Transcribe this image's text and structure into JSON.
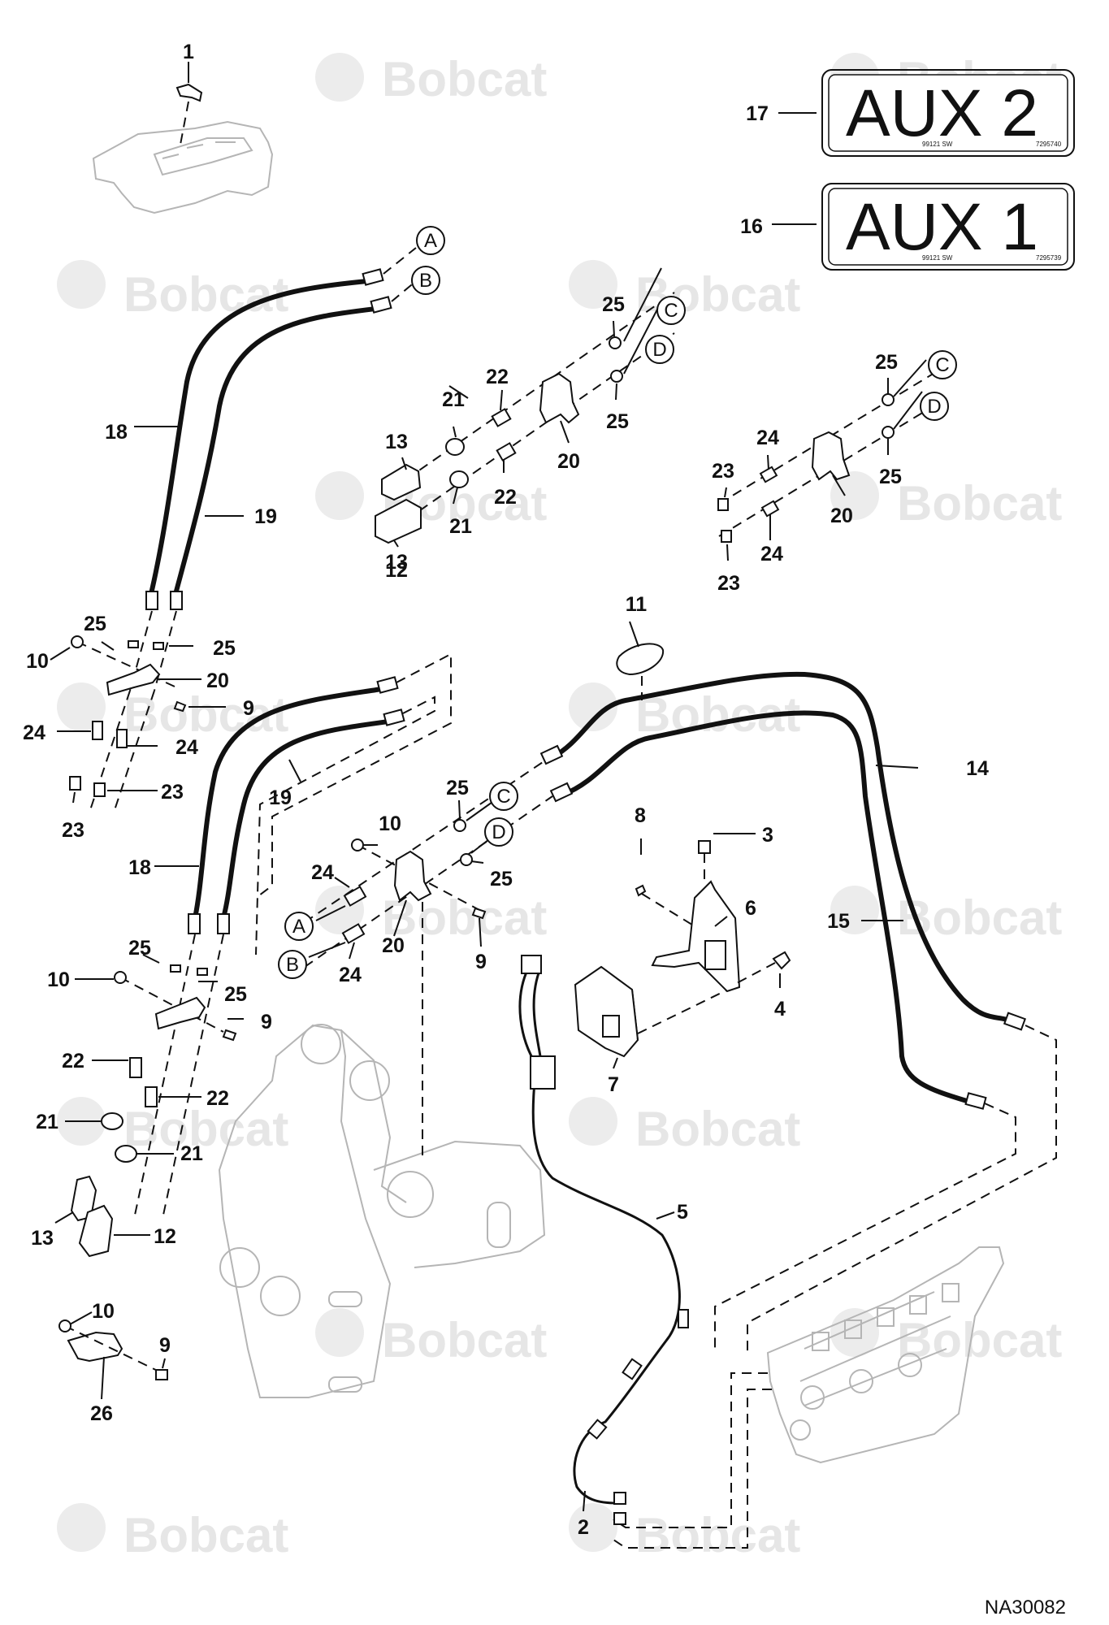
{
  "watermark": {
    "text": "Bobcat"
  },
  "document_id": "NA30082",
  "decals": [
    {
      "callout": "17",
      "text": "AUX 2",
      "small_left": "99121 SW",
      "small_right": "7295740"
    },
    {
      "callout": "16",
      "text": "AUX 1",
      "small_left": "99121 SW",
      "small_right": "7295739"
    }
  ],
  "callouts": {
    "c1": "1",
    "c2": "2",
    "c3": "3",
    "c4": "4",
    "c5": "5",
    "c6": "6",
    "c7": "7",
    "c8": "8",
    "c9": "9",
    "c10": "10",
    "c11": "11",
    "c12": "12",
    "c13": "13",
    "c14": "14",
    "c15": "15",
    "c16": "16",
    "c17": "17",
    "c18": "18",
    "c19": "19",
    "c20": "20",
    "c21": "21",
    "c22": "22",
    "c23": "23",
    "c24": "24",
    "c25": "25",
    "c26": "26"
  },
  "connectors": {
    "a": "A",
    "b": "B",
    "c": "C",
    "d": "D"
  }
}
